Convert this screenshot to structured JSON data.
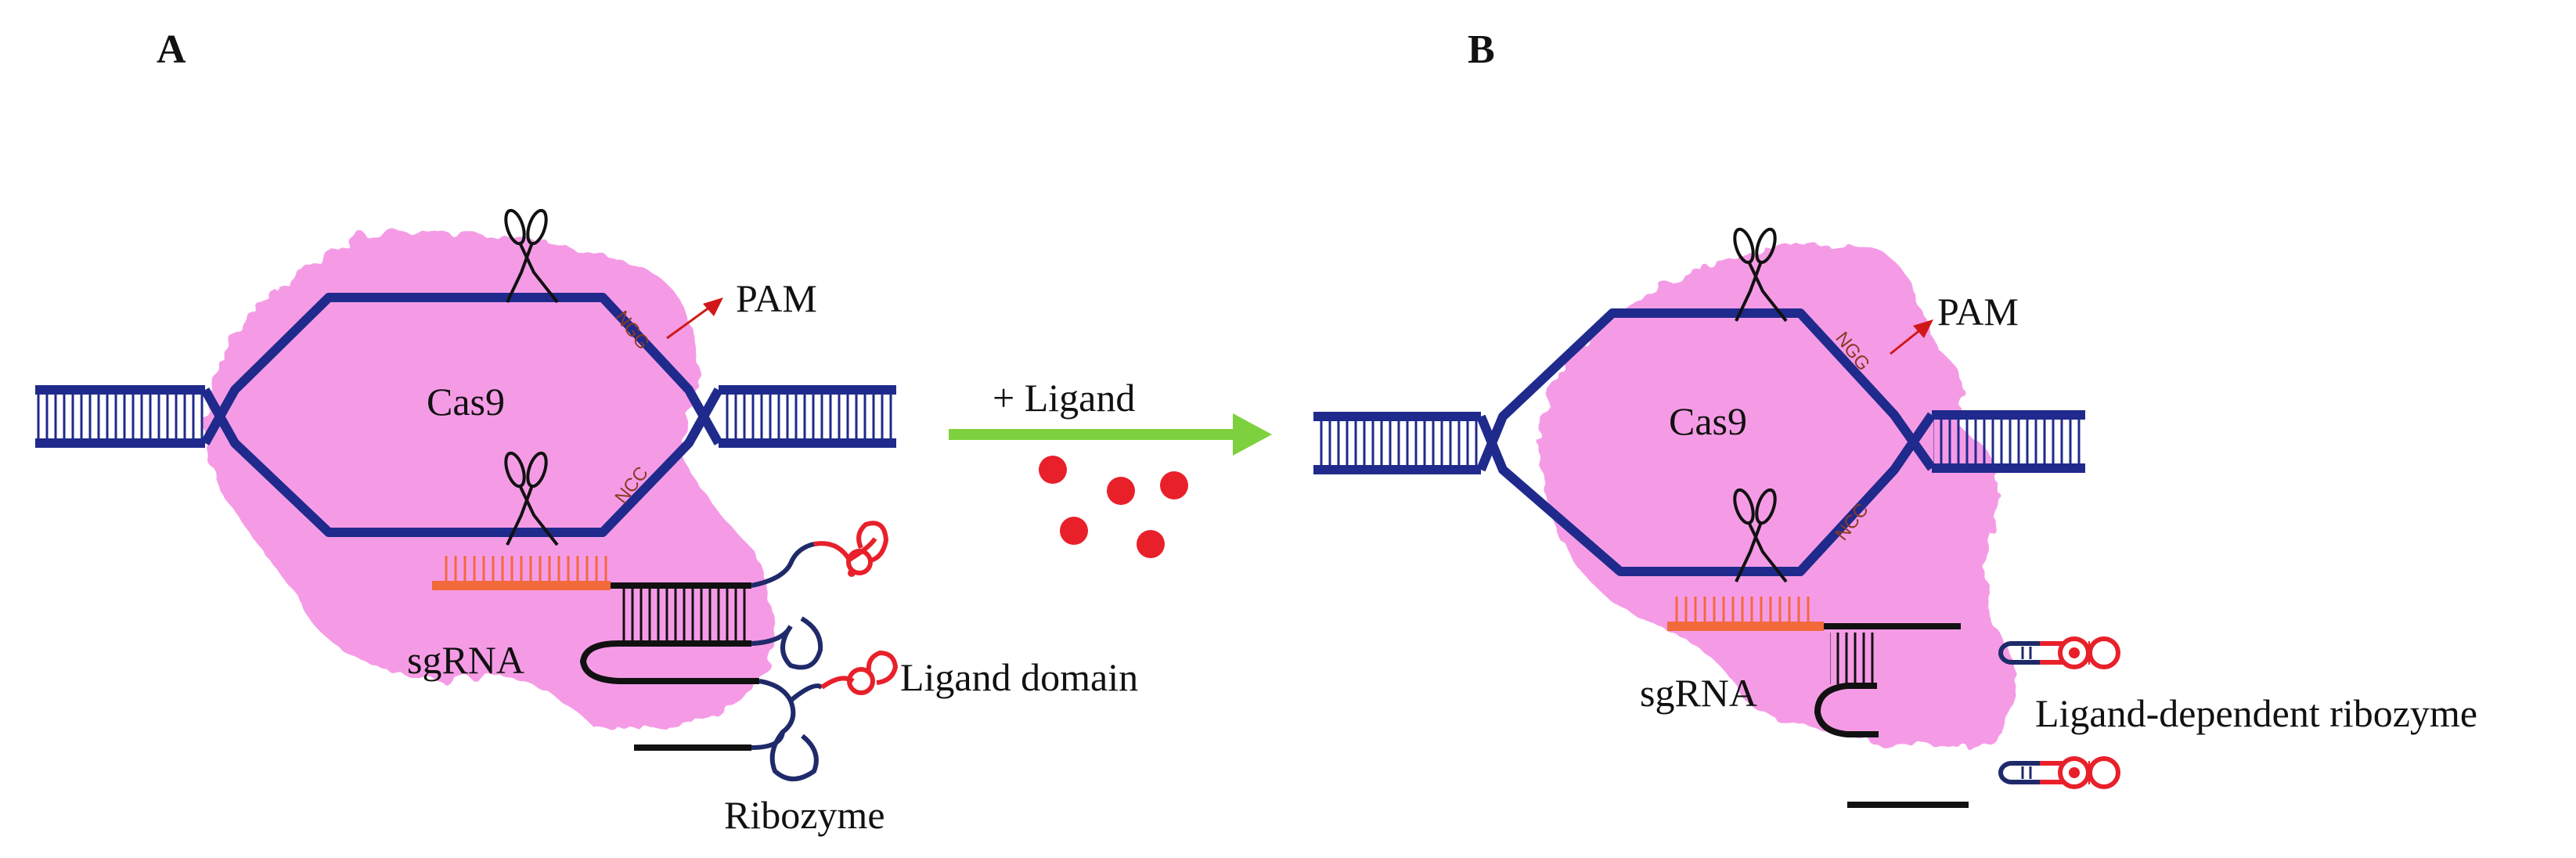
{
  "panels": [
    {
      "label": "A",
      "protein": "Cas9",
      "pam_label": "PAM",
      "top_motif": "NGG",
      "bottom_motif": "NCC",
      "guide_label": "sgRNA",
      "ligand_domain_label": "Ligand domain",
      "ribozyme_label": "Ribozyme"
    },
    {
      "label": "B",
      "protein": "Cas9",
      "pam_label": "PAM",
      "top_motif": "NGG",
      "bottom_motif": "NCC",
      "guide_label": "sgRNA",
      "product_label": "Ligand-dependent ribozyme"
    }
  ],
  "transition": {
    "label": "+ Ligand",
    "ligand_molecule_count": 5
  },
  "colors": {
    "cas9": "#f59be6",
    "dna": "#1f2a8c",
    "guide_spacer": "#f26a3a",
    "ligand": "#e8202a",
    "arrow": "#7ed13e",
    "pam_arrow": "#d01818",
    "ribozyme_loop": "#1f2a6a"
  },
  "icons": [
    "scissors-icon",
    "arrow-right-icon"
  ]
}
